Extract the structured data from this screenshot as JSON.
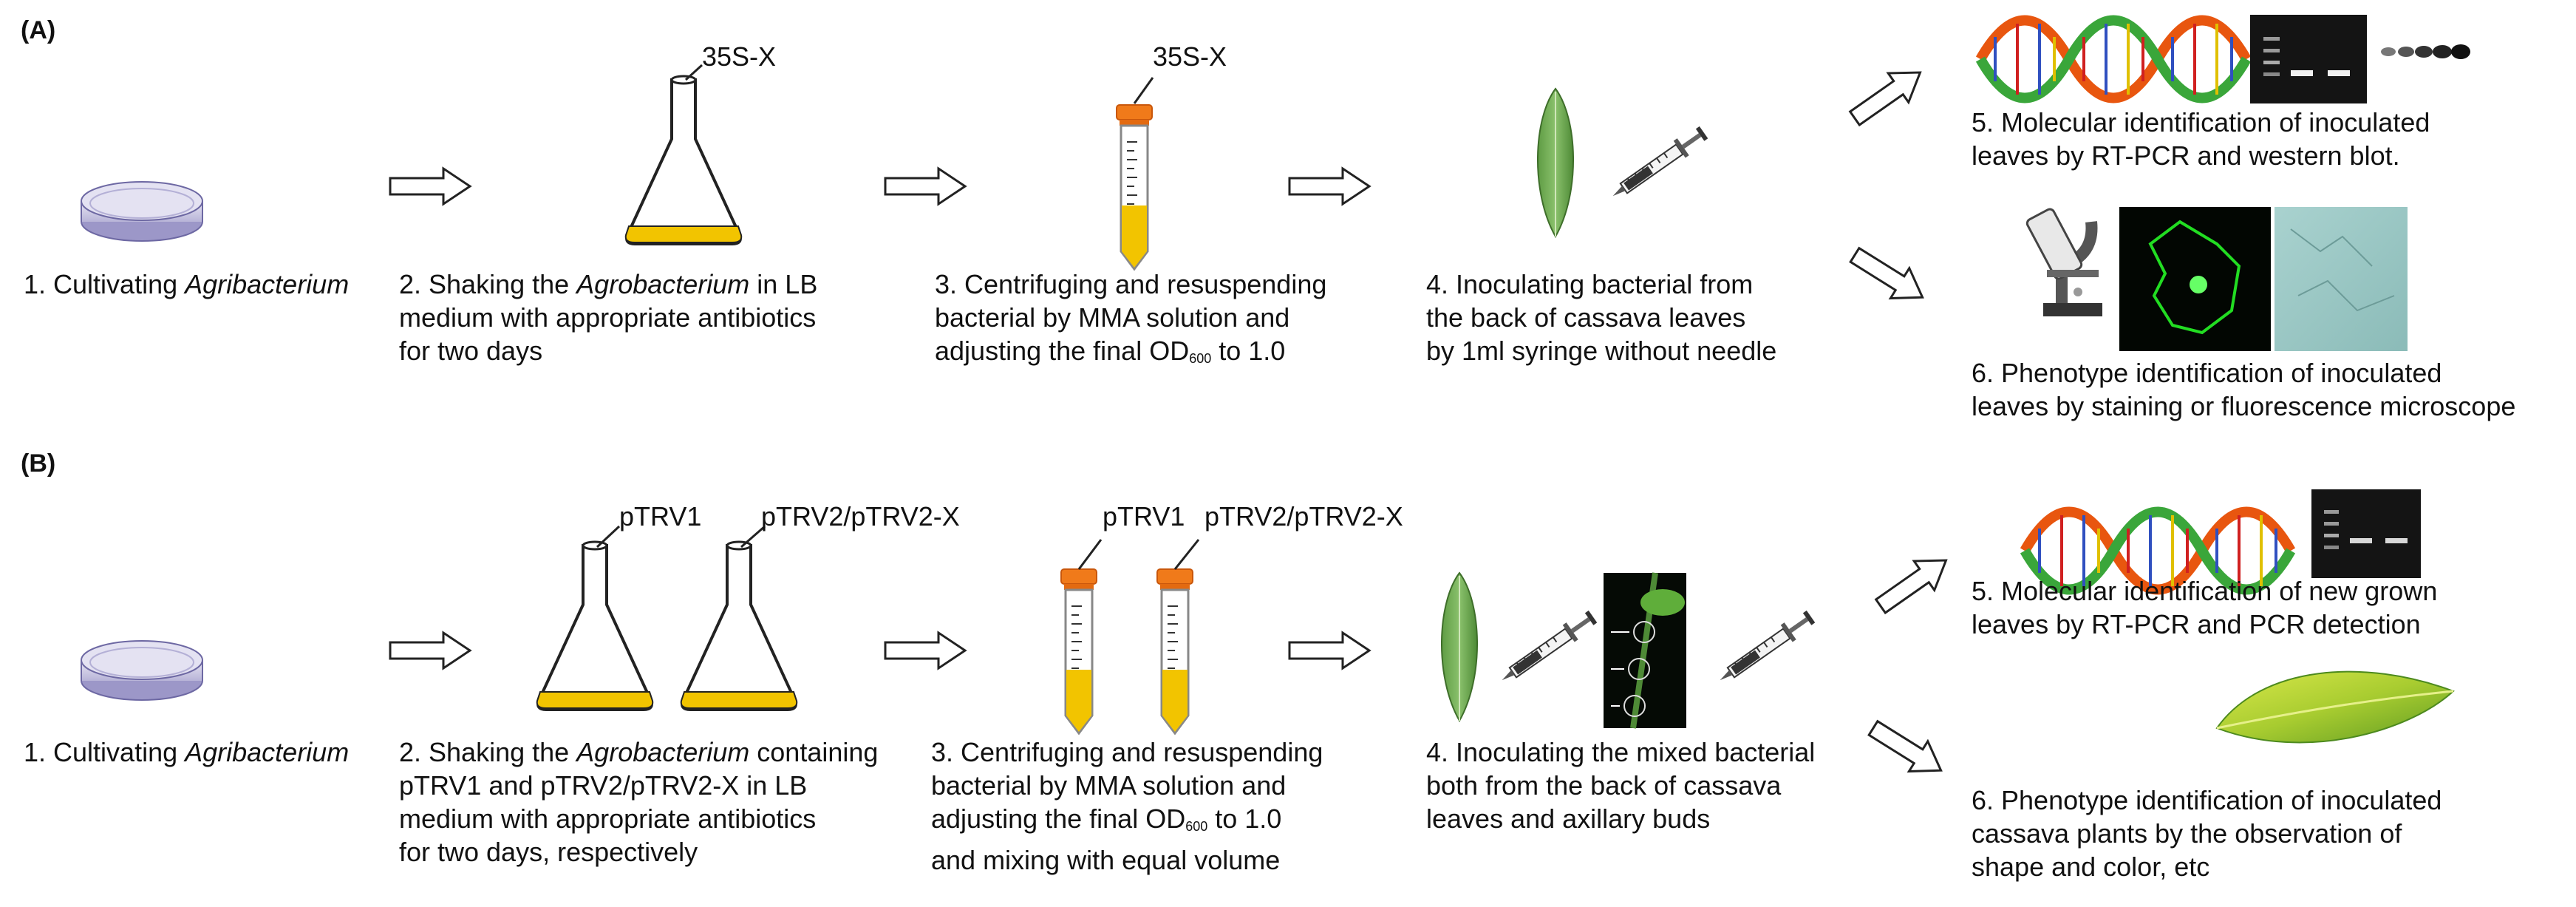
{
  "panel_a": {
    "label": "(A)",
    "tag_flask": "35S-X",
    "tag_tube": "35S-X",
    "step1": {
      "pre": "1. Cultivating ",
      "ital": "Agribacterium"
    },
    "step2": {
      "pre": "2. Shaking the ",
      "ital": "Agrobacterium",
      "post": " in LB",
      "line2": "medium with appropriate antibiotics",
      "line3": "for two days"
    },
    "step3": {
      "line1": "3. Centrifuging and resuspending",
      "line2": "bacterial by MMA solution and",
      "line3_pre": "adjusting the final OD",
      "line3_sub": "600",
      "line3_post": " to 1.0"
    },
    "step4": {
      "line1": "4. Inoculating bacterial from",
      "line2": "the back of cassava leaves",
      "line3": "by 1ml syringe without needle"
    },
    "step5": {
      "line1": "5. Molecular identification of inoculated",
      "line2": "leaves by RT-PCR and western blot."
    },
    "step6": {
      "line1": "6. Phenotype identification of inoculated",
      "line2": "leaves by staining or fluorescence microscope"
    }
  },
  "panel_b": {
    "label": "(B)",
    "tag_flask1": "pTRV1",
    "tag_flask2": "pTRV2/pTRV2-X",
    "tag_tube1": "pTRV1",
    "tag_tube2": "pTRV2/pTRV2-X",
    "step1": {
      "pre": "1. Cultivating ",
      "ital": "Agribacterium"
    },
    "step2": {
      "pre": "2. Shaking the ",
      "ital": "Agrobacterium",
      "post": " containing",
      "line2": "pTRV1 and pTRV2/pTRV2-X in LB",
      "line3": "medium with appropriate antibiotics",
      "line4": "for two days, respectively"
    },
    "step3": {
      "line1": "3. Centrifuging and resuspending",
      "line2": "bacterial by MMA solution and",
      "line3_pre": "adjusting the final OD",
      "line3_sub": "600",
      "line3_post": " to 1.0",
      "line4": "and mixing with equal volume"
    },
    "step4": {
      "line1": "4. Inoculating the mixed bacterial",
      "line2": "both from the back of cassava",
      "line3": "leaves and axillary buds"
    },
    "step5": {
      "line1": "5. Molecular identification of new grown",
      "line2": "leaves by RT-PCR and PCR detection"
    },
    "step6": {
      "line1": "6. Phenotype identification of inoculated",
      "line2": "cassava plants by the observation of",
      "line3": "shape and color, etc"
    }
  },
  "colors": {
    "medium": "#f2c400",
    "cap": "#f07a1a",
    "leaf": "#6aa84f",
    "gel": "#141414",
    "fluor": "#22dd22",
    "stain": "#9fc9c6"
  }
}
